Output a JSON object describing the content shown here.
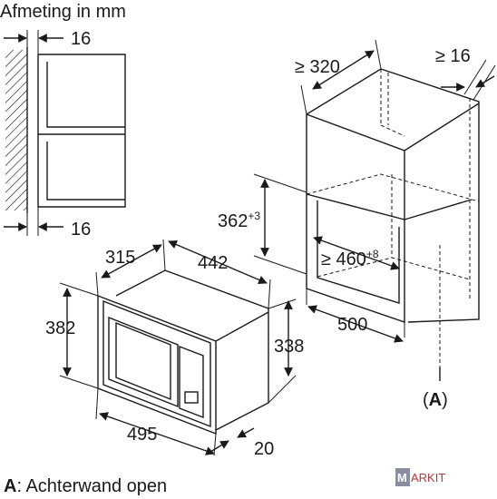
{
  "title": "Afmeting in mm",
  "dimensions": {
    "side_gap_top": "16",
    "side_gap_bottom": "16",
    "niche_depth": "≥ 320",
    "niche_back_gap": "≥ 16",
    "niche_height": "362",
    "niche_height_tol": "+3",
    "niche_width": "≥ 460",
    "niche_width_tol": "+8",
    "niche_full_width": "500",
    "oven_depth": "315",
    "oven_width_top": "442",
    "oven_height": "382",
    "oven_body_height": "338",
    "oven_width_front": "495",
    "oven_frame": "20"
  },
  "marker": {
    "open": "(",
    "letter": "A",
    "close": ")"
  },
  "caption": {
    "key": "A",
    "text": ": Achterwand open"
  },
  "logo": {
    "m": "M",
    "rest": "ARKIT"
  },
  "colors": {
    "line": "#1a1a1a",
    "logo_bg": "#8a8fa0",
    "logo_red": "#b03a3a"
  }
}
